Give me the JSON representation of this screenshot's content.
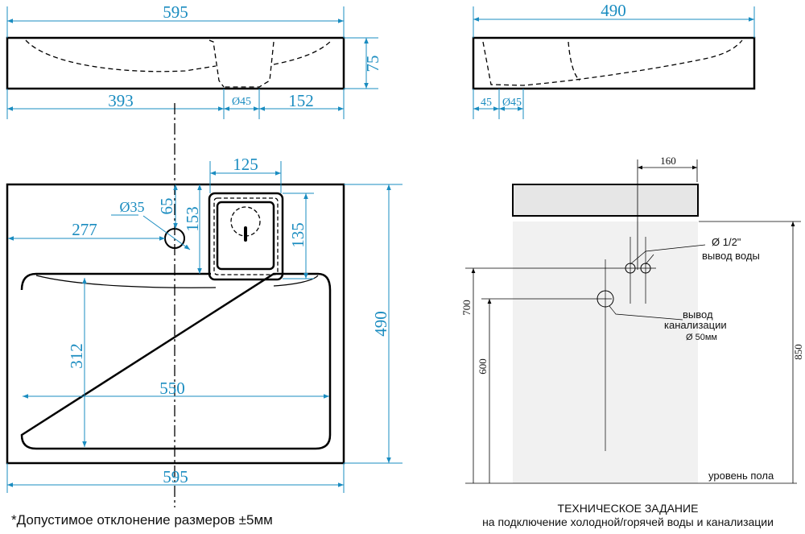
{
  "side_view": {
    "width": "595",
    "height": "75",
    "left": "393",
    "drain": "Ø45",
    "right": "152"
  },
  "end_view": {
    "width": "490",
    "offset": "45",
    "drain": "Ø45"
  },
  "plan_view": {
    "faucet_width": "125",
    "hole_diameter": "Ø35",
    "hole_offset": "65",
    "faucet_depth": "153",
    "faucet_inner": "135",
    "hole_left": "277",
    "depth": "490",
    "basin_depth": "312",
    "basin_width": "550",
    "width": "595"
  },
  "installation": {
    "offset": "160",
    "water_size": "Ø 1/2\"",
    "water_label": "вывод воды",
    "drain_label_1": "вывод",
    "drain_label_2": "канализации",
    "drain_size": "Ø 50мм",
    "water_height": "700",
    "drain_height": "600",
    "total_height": "850",
    "floor_label": "уровень пола"
  },
  "notes": {
    "tolerance": "*Допустимое отклонение размеров ±5мм",
    "spec_title": "ТЕХНИЧЕСКОЕ ЗАДАНИЕ",
    "spec_subtitle": "на подключение холодной/горячей воды и канализации"
  },
  "colors": {
    "dimension": "#1a8cc0"
  }
}
